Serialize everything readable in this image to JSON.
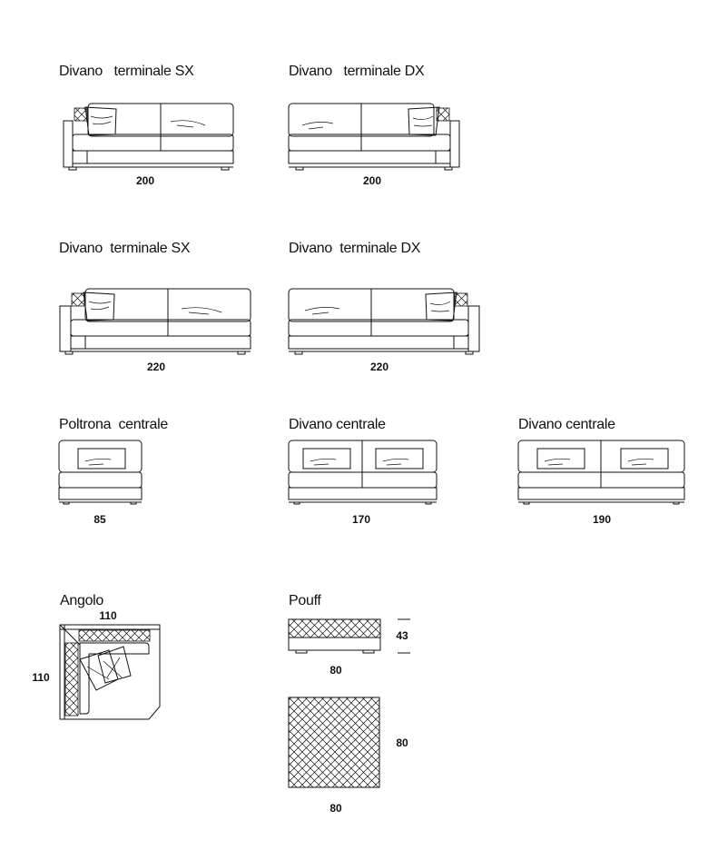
{
  "titles": {
    "sx200": "Divano   terminale SX",
    "dx200": "Divano   terminale DX",
    "sx220": "Divano  terminale SX",
    "dx220": "Divano  terminale DX",
    "poltrona": "Poltrona  centrale",
    "centrale170": "Divano centrale",
    "centrale190": "Divano centrale",
    "angolo": "Angolo",
    "pouff": "Pouff"
  },
  "dims": {
    "sx200": "200",
    "dx200": "200",
    "sx220": "220",
    "dx220": "220",
    "poltrona": "85",
    "centrale170": "170",
    "centrale190": "190",
    "angolo_w": "110",
    "angolo_h": "110",
    "pouff_w": "80",
    "pouff_h": "43",
    "pouff_top_w": "80",
    "pouff_top_d": "80"
  }
}
